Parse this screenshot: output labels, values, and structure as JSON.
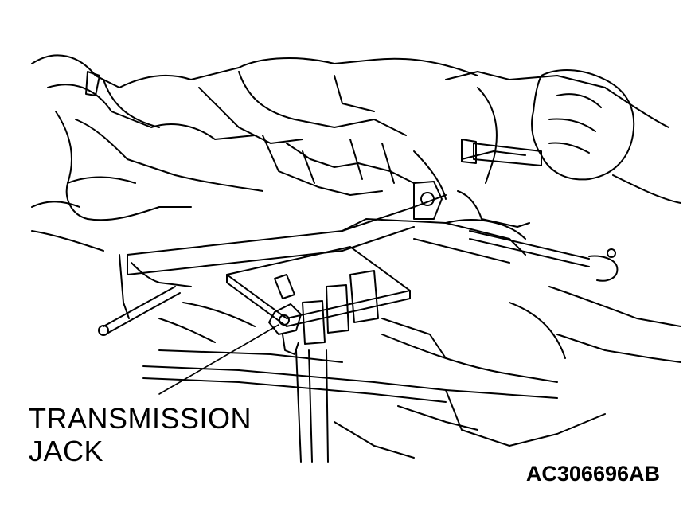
{
  "callout": {
    "line1": "TRANSMISSION",
    "line2": "JACK"
  },
  "figure_id": "AC306696AB",
  "colors": {
    "ink": "#000000",
    "paper": "#ffffff"
  }
}
